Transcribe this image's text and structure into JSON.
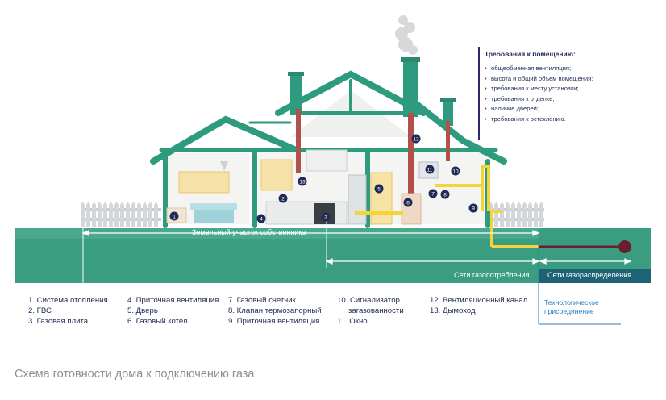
{
  "requirements": {
    "title": "Требования к помещению:",
    "items": [
      "общеобменная вентиляция;",
      "высота и общий объем помещения;",
      "требования к месту установки;",
      "требования к отделке;",
      "наличие дверей;",
      "требования к остеклению."
    ]
  },
  "ground": {
    "plot_label": "Земельный участок собственника",
    "consumption_label": "Сети газопотребления",
    "distribution_label": "Сети газораспределения",
    "connection_label": [
      "Технологическое",
      "присоединение"
    ]
  },
  "markers": [
    "1",
    "2",
    "3",
    "4",
    "5",
    "6",
    "7",
    "8",
    "9",
    "10",
    "11",
    "12",
    "13"
  ],
  "legend": {
    "col1": [
      "1. Система отопления",
      "2. ГВС",
      "3. Газовая плита"
    ],
    "col2": [
      "4. Приточная вентиляция",
      "5. Дверь",
      "6. Газовый котел"
    ],
    "col3": [
      "7. Газовый счетчик",
      "8. Клапан термозапорный",
      "9. Приточная вентиляция"
    ],
    "col4": [
      "10. Сигнализатор",
      "загазованности",
      "11. Окно"
    ],
    "col5": [
      "12. Вентиляционный канал",
      "13. Дымоход"
    ]
  },
  "caption": "Схема готовности дома к подключению газа",
  "colors": {
    "house": "#2e9b7e",
    "ground": "#3a9d80",
    "gas_pipe": "#f5d33a",
    "chimney": "#b0524b",
    "distribution_pipe": "#6b1f2e",
    "distribution_band": "#1d6275",
    "text_dark": "#1f2a56",
    "accent_blue": "#2f7ebe"
  }
}
